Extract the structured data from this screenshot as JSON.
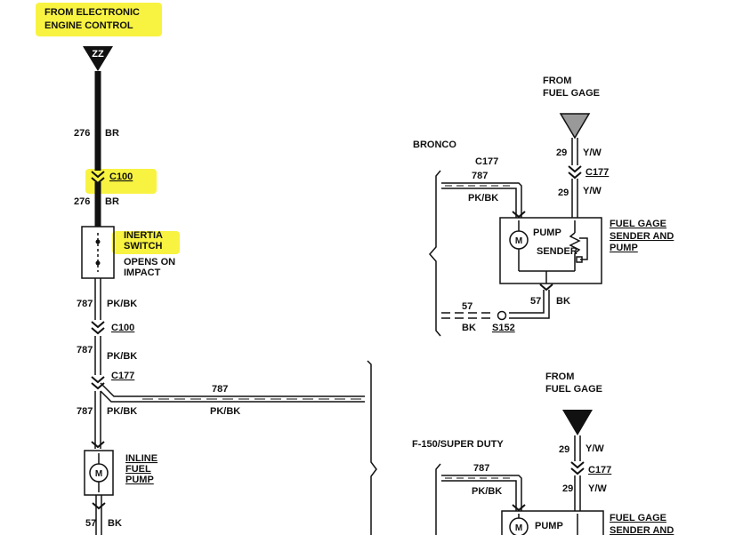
{
  "colors": {
    "line": "#111111",
    "highlight": "#f7f22c",
    "background": "#ffffff"
  },
  "left": {
    "source_line1": "FROM ELECTRONIC",
    "source_line2": "ENGINE CONTROL",
    "connector_symbol": "ZZ",
    "wire_top": {
      "circuit": "276",
      "color": "BR"
    },
    "conn_c100_a": "C100",
    "wire_mid": {
      "circuit": "276",
      "color": "BR"
    },
    "inertia_line1": "INERTIA",
    "inertia_line2": "SWITCH",
    "opens_line1": "OPENS ON",
    "opens_line2": "IMPACT",
    "wire_a": {
      "circuit": "787",
      "color": "PK/BK"
    },
    "conn_c100_b": "C100",
    "wire_b": {
      "circuit": "787",
      "color": "PK/BK"
    },
    "conn_c177": "C177",
    "wire_c": {
      "circuit": "787",
      "color": "PK/BK"
    },
    "horiz_wire": {
      "circuit": "787",
      "color": "PK/BK"
    },
    "pump_line1": "INLINE",
    "pump_line2": "FUEL",
    "pump_line3": "PUMP",
    "motor": "M",
    "ground": {
      "circuit": "57",
      "color": "BK"
    }
  },
  "bronco": {
    "title": "BRONCO",
    "from_line1": "FROM",
    "from_line2": "FUEL GAGE",
    "wire_top": {
      "circuit": "29",
      "color": "Y/W"
    },
    "conn_c177_label": "C177",
    "conn_c177_right": "C177",
    "wire_below": {
      "circuit": "29",
      "color": "Y/W"
    },
    "wire_787": "787",
    "wire_pkbk": "PK/BK",
    "pump": "PUMP",
    "motor": "M",
    "sender": "SENDER",
    "assembly_line1": "FUEL GAGE",
    "assembly_line2": "SENDER AND",
    "assembly_line3": "PUMP",
    "ground_wire": {
      "circuit": "57",
      "color": "BK"
    },
    "splice_left": {
      "circuit": "57",
      "color": "BK"
    },
    "splice": "S152"
  },
  "f150": {
    "title": "F-150/SUPER DUTY",
    "from_line1": "FROM",
    "from_line2": "FUEL GAGE",
    "wire_top": {
      "circuit": "29",
      "color": "Y/W"
    },
    "conn_c177": "C177",
    "wire_below": {
      "circuit": "29",
      "color": "Y/W"
    },
    "wire_787": "787",
    "wire_pkbk": "PK/BK",
    "pump": "PUMP",
    "motor": "M",
    "assembly_line1": "FUEL GAGE",
    "assembly_line2": "SENDER AND"
  }
}
